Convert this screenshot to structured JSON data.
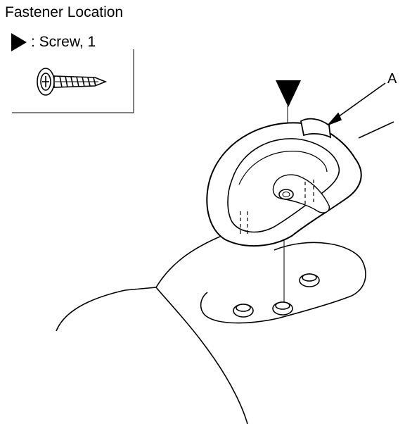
{
  "title": "Fastener Location",
  "legend": {
    "marker_icon": "triangle-marker",
    "label": ": Screw, 1"
  },
  "callout_label": "A",
  "icons": {
    "screw": "screw-icon",
    "marker": "triangle-pointer-icon"
  }
}
